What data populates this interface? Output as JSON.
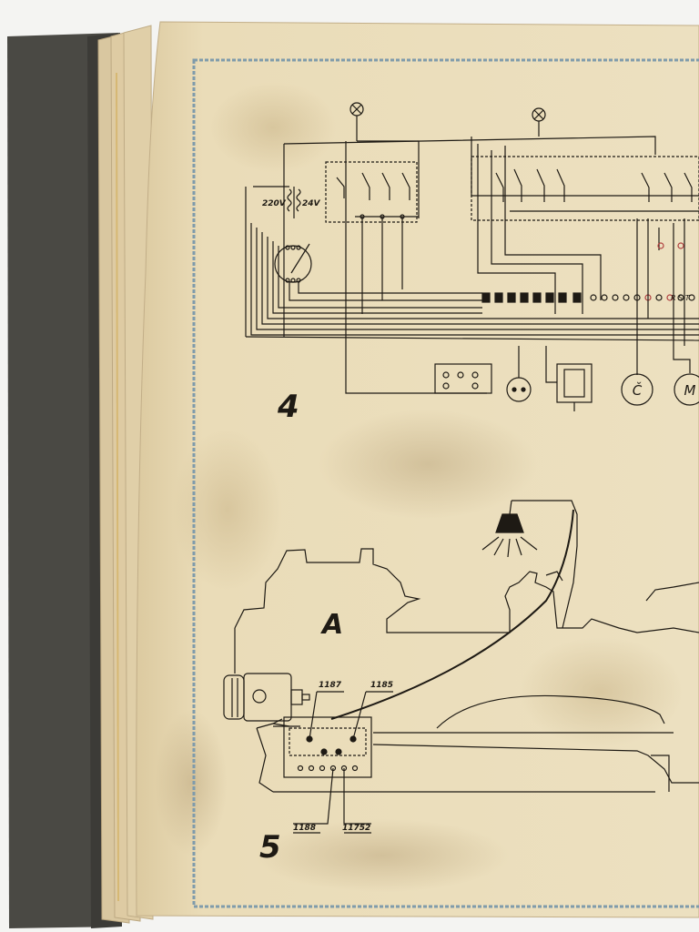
{
  "book": {
    "cover_color": "#4a4944",
    "page_color": "#eadcb8",
    "frame_color": "#7f9bab",
    "ink_color": "#1e1a14"
  },
  "diagram_4": {
    "number": "4",
    "voltage_primary": "220V",
    "voltage_secondary": "24V",
    "terminal_label": "R S T",
    "motor_labels": [
      "Č",
      "M"
    ]
  },
  "diagram_5": {
    "number": "5",
    "machine_label": "A",
    "part_numbers": {
      "top_left": "1187",
      "top_right": "1185",
      "bottom_left": "1188",
      "bottom_right": "11752"
    }
  }
}
